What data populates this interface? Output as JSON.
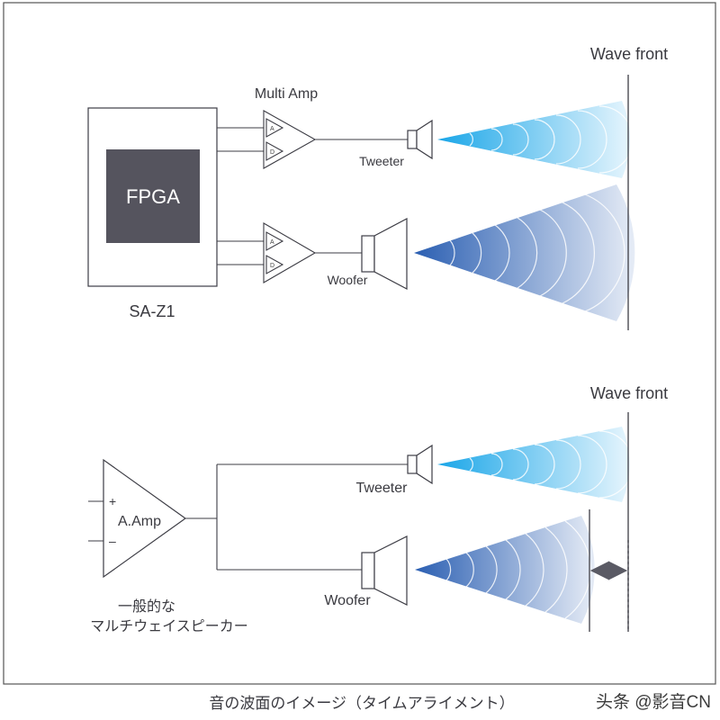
{
  "colors": {
    "line": "#3d3d45",
    "fpga_fill": "#55545e",
    "fpga_text": "#ffffff",
    "tweeter_wave_dark": "#1aa6e8",
    "tweeter_wave_light": "#e6f5fd",
    "woofer_wave_dark": "#2b5fb2",
    "woofer_wave_light": "#e6ecf6",
    "arrow": "#5a5a64"
  },
  "top_panel": {
    "device_label": "SA-Z1",
    "chip_label": "FPGA",
    "amp_heading": "Multi Amp",
    "amp_channel_a": "A",
    "amp_channel_d": "D",
    "tweeter_label": "Tweeter",
    "woofer_label": "Woofer",
    "wavefront_label": "Wave front"
  },
  "bottom_panel": {
    "amp_label": "A.Amp",
    "plus_sign": "+",
    "minus_sign": "–",
    "system_label_line1": "一般的な",
    "system_label_line2": "マルチウェイスピーカー",
    "tweeter_label": "Tweeter",
    "woofer_label": "Woofer",
    "wavefront_label": "Wave front"
  },
  "caption": "音の波面のイメージ（タイムアライメント）",
  "watermark": "头条 @影音CN"
}
